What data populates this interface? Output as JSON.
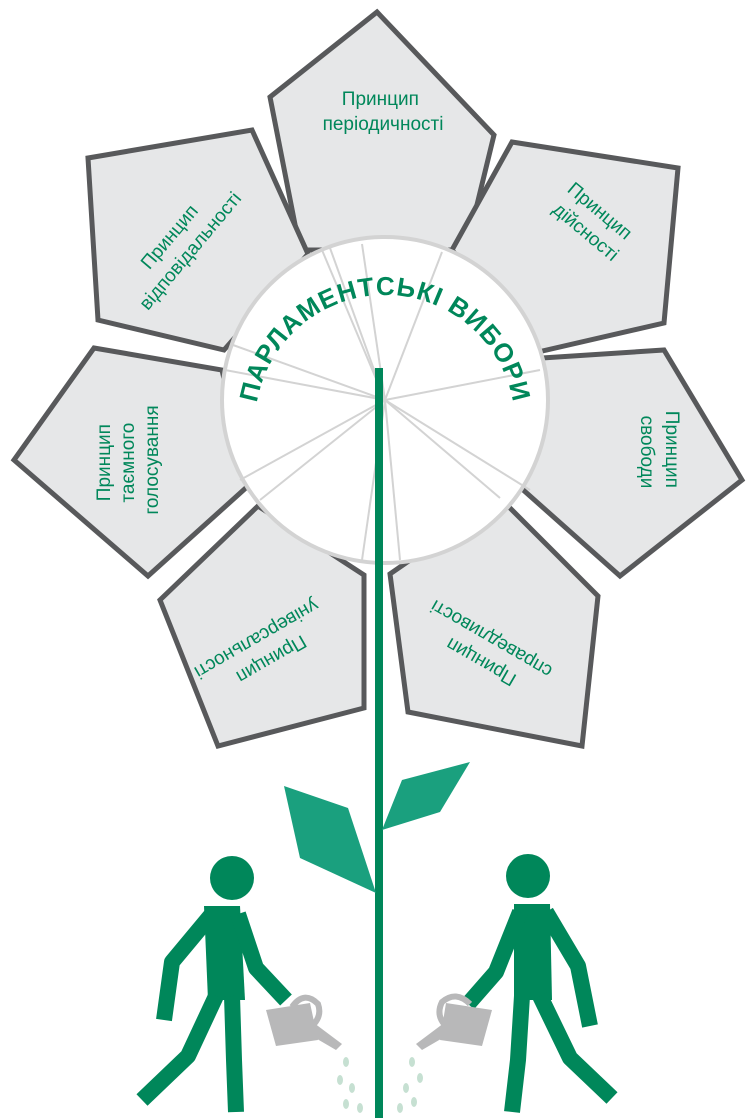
{
  "center": {
    "title": "ПАРЛАМЕНТСЬКІ ВИБОРИ"
  },
  "petals": [
    {
      "line1": "Принцип",
      "line2": "періодичності"
    },
    {
      "line1": "Принцип",
      "line2": "дійсності"
    },
    {
      "line1": "Принцип",
      "line2": "свободи"
    },
    {
      "line1": "Принцип",
      "line2": "справедливості"
    },
    {
      "line1": "Принцип",
      "line2": "універсальності"
    },
    {
      "line1": "Принцип",
      "line2": "таємного",
      "line3": "голосування"
    },
    {
      "line1": "Принцип",
      "line2": "відповідальності"
    }
  ],
  "colors": {
    "green": "#00875a",
    "leaf": "#1aa07e",
    "petal_fill": "#e6e7e8",
    "petal_stroke": "#58595b",
    "can": "#b8b8b9"
  },
  "icons": [
    "gardener-icon",
    "watering-can-icon",
    "leaf-icon",
    "water-drop-icon"
  ]
}
